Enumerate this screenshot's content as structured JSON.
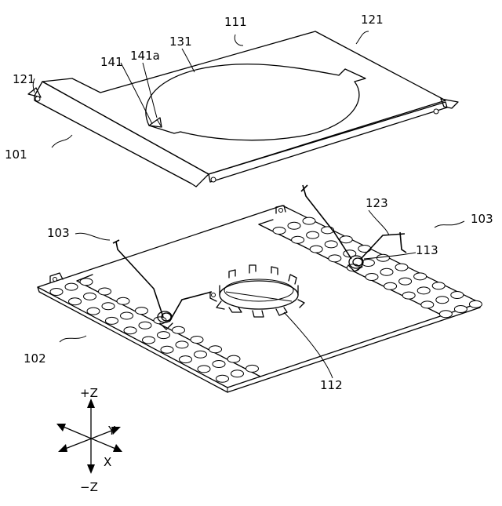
{
  "refs": {
    "r111": "111",
    "r121_top": "121",
    "r121_left": "121",
    "r131": "131",
    "r141": "141",
    "r141a": "141a",
    "r101": "101",
    "r103_left": "103",
    "r103_right": "103",
    "r123": "123",
    "r113": "113",
    "r102": "102",
    "r112": "112"
  },
  "axes": {
    "plus_z": "+Z",
    "minus_z": "−Z",
    "y": "Y",
    "x": "X"
  }
}
